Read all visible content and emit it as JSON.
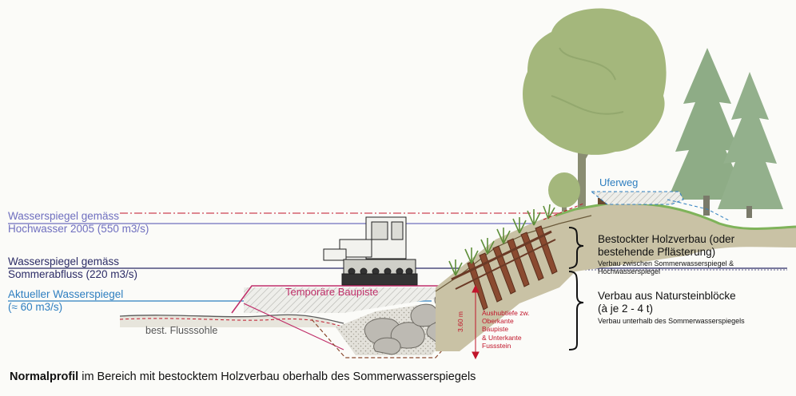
{
  "levels": {
    "hochwasser": {
      "line1": "Wasserspiegel gemäss",
      "line2": "Hochwasser 2005 (550 m3/s)",
      "color": "#6f6fbf"
    },
    "sommer": {
      "line1": "Wasserspiegel gemäss",
      "line2": "Sommerabfluss (220 m3/s)",
      "color": "#2b2b66"
    },
    "aktuell": {
      "line1": "Aktueller Wasserspiegel",
      "line2": "(≈ 60 m3/s)",
      "color": "#2f7fc0"
    }
  },
  "labels": {
    "flusssohle": "best. Flusssohle",
    "baupiste": "Temporäre Baupiste",
    "uferweg": "Uferweg",
    "depth": "3.60 m",
    "aushub": [
      "Aushubtiefe zw.",
      "Oberkante",
      "Baupiste",
      "& Unterkante",
      "Fussstein"
    ]
  },
  "right": {
    "holz_title": [
      "Bestockter Holzverbau (oder",
      "bestehende Pflästerung)"
    ],
    "holz_sub": [
      "Verbau zwischen Sommerwasserspiegel &",
      "Hochwasserspiegel"
    ],
    "stein_title": [
      "Verbau aus Natursteinblöcke",
      "(à je 2 - 4 t)"
    ],
    "stein_sub": "Verbau unterhalb des Sommerwasserspiegels"
  },
  "caption": {
    "bold": "Normalprofil",
    "rest": " im Bereich mit bestocktem Holzverbau oberhalb des Sommerwasserspiegels"
  },
  "colors": {
    "red": "#c0152a",
    "pink": "#c0306a",
    "blue": "#2f7fc0",
    "tree": "#a4b77c",
    "spruce": "#8eac86",
    "bank": "#c9c2a5",
    "grass": "#7fb35a",
    "wood": "#8a4a30"
  }
}
